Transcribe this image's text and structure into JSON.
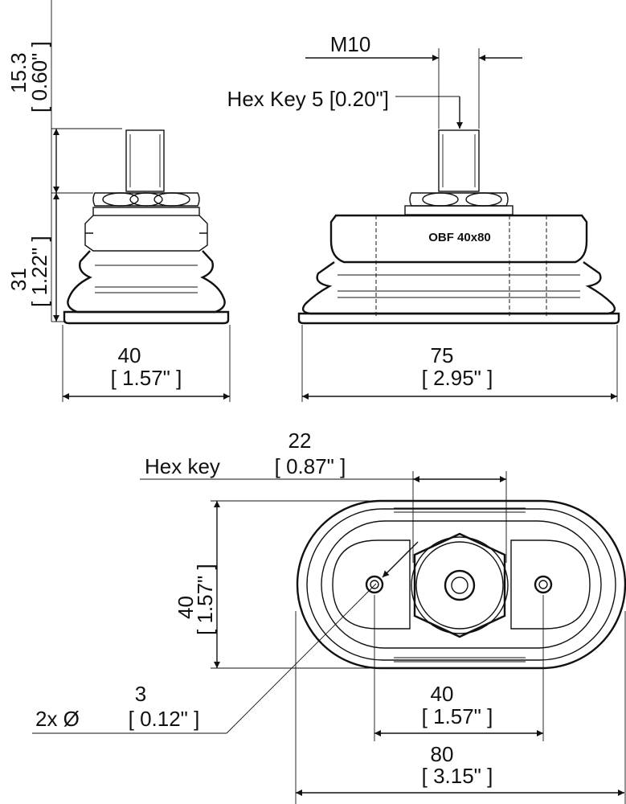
{
  "drawing": {
    "labels": {
      "thread": "M10",
      "hex_key_5": "Hex Key 5 [0.20\"]",
      "dim_15_3_mm": "15.3",
      "dim_15_3_in": "[ 0.60\" ]",
      "dim_31_mm": "31",
      "dim_31_in": "[ 1.22\" ]",
      "dim_40w_mm": "40",
      "dim_40w_in": "[ 1.57\" ]",
      "dim_75_mm": "75",
      "dim_75_in": "[ 2.95\" ]",
      "cup_marking": "OBF 40x80",
      "hex22_mm": "22",
      "hex22_label": "Hex key",
      "hex22_in": "[ 0.87\" ]",
      "dim_40h_mm": "40",
      "dim_40h_in": "[ 1.57\" ]",
      "hole_mm": "3",
      "hole_prefix": "2x Ø",
      "hole_in": "[ 0.12\" ]",
      "dim_40b_mm": "40",
      "dim_40b_in": "[ 1.57\" ]",
      "dim_80_mm": "80",
      "dim_80_in": "[ 3.15\" ]"
    }
  }
}
